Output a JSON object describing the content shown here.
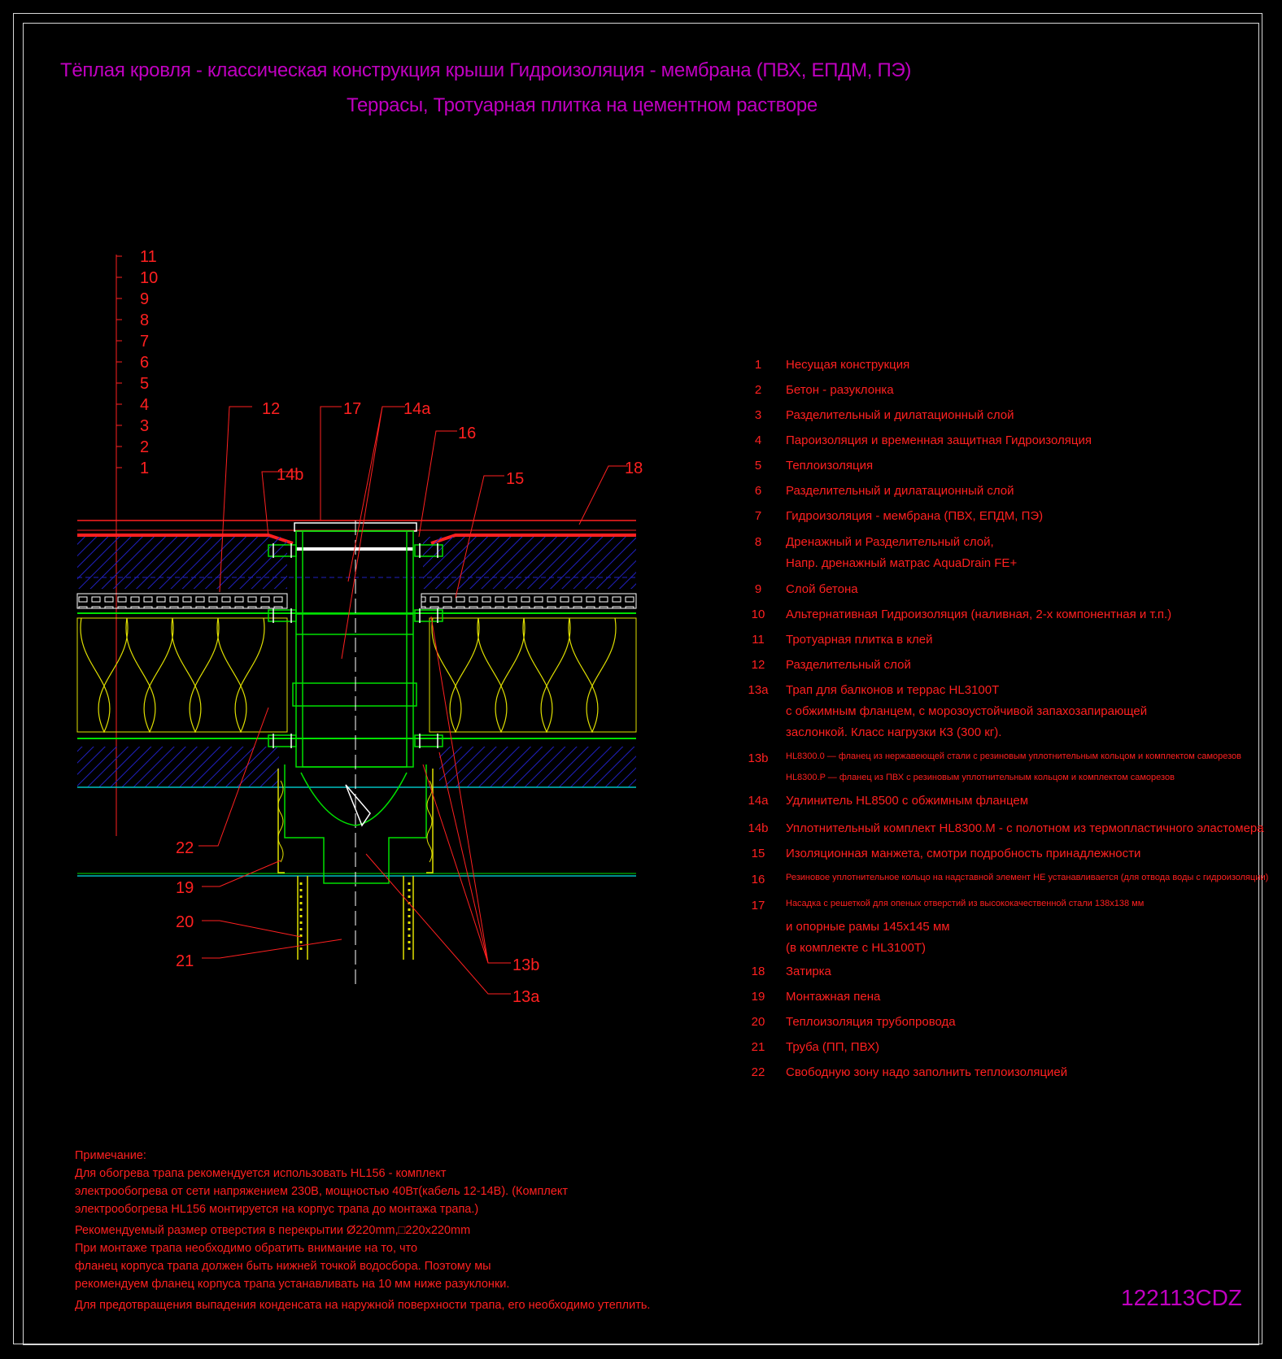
{
  "title_line1": "Тёплая кровля - классическая конструкция крыши Гидроизоляция - мембрана (ПВХ, ЕПДМ, ПЭ)",
  "title_line2": "Террасы, Тротуарная плитка на цементном растворе",
  "drawing_code": "122113CDZ",
  "layer_labels": [
    "11",
    "10",
    "9",
    "8",
    "7",
    "6",
    "5",
    "4",
    "3",
    "2",
    "1"
  ],
  "callouts": {
    "c12": "12",
    "c17": "17",
    "c14a": "14a",
    "c16": "16",
    "c14b": "14b",
    "c15": "15",
    "c18": "18",
    "c22": "22",
    "c19": "19",
    "c20": "20",
    "c21": "21",
    "c13b": "13b",
    "c13a": "13a"
  },
  "legend": [
    {
      "num": "1",
      "lines": [
        "Несущая конструкция"
      ]
    },
    {
      "num": "2",
      "lines": [
        "Бетон - разуклонка"
      ]
    },
    {
      "num": "3",
      "lines": [
        "Разделительный и дилатационный слой"
      ]
    },
    {
      "num": "4",
      "lines": [
        "Пароизоляция и временная защитная Гидроизоляция"
      ]
    },
    {
      "num": "5",
      "lines": [
        "Теплоизоляция"
      ]
    },
    {
      "num": "6",
      "lines": [
        "Разделительный и дилатационный слой"
      ]
    },
    {
      "num": "7",
      "lines": [
        "Гидроизоляция - мембрана (ПВХ, ЕПДМ, ПЭ)"
      ]
    },
    {
      "num": "8",
      "lines": [
        "Дренажный и Разделительный слой,",
        "Напр. дренажный матрас AquaDrain FE+"
      ]
    },
    {
      "num": "9",
      "lines": [
        "Слой бетона"
      ]
    },
    {
      "num": "10",
      "lines": [
        "Альтернативная Гидроизоляция (наливная, 2-х компонентная и т.п.)"
      ]
    },
    {
      "num": "11",
      "lines": [
        "Тротуарная плитка в клей"
      ]
    },
    {
      "num": "12",
      "lines": [
        "Разделительный слой"
      ]
    },
    {
      "num": "13a",
      "lines": [
        "Трап для балконов и террас HL3100T",
        "с обжимным фланцем, с морозоустойчивой запахозапирающей",
        "заслонкой. Класс нагрузки К3 (300 кг)."
      ]
    },
    {
      "num": "13b",
      "lines": [
        "HL8300.0 — фланец из нержавеющей стали с резиновым уплотнительным кольцом и комплектом саморезов",
        "HL8300.P — фланец из ПВХ с резиновым уплотнительным кольцом и комплектом саморезов"
      ]
    },
    {
      "num": "14a",
      "lines": [
        "Удлинитель HL8500 с обжимным фланцем"
      ]
    },
    {
      "num": "14b",
      "lines": [
        "Уплотнительный комплект HL8300.M - с полотном из термопластичного эластомера"
      ]
    },
    {
      "num": "15",
      "lines": [
        "Изоляционная  манжета, смотри подробность принадлежности"
      ]
    },
    {
      "num": "16",
      "lines": [
        "Резиновое уплотнительное кольцо на надставной элемент НЕ устанавливается (для отвода воды с гидроизоляции)"
      ]
    },
    {
      "num": "17",
      "lines": [
        "Насадка с решеткой для опеных отверстий из высококачественной стали 138x138 мм",
        "и опорные рамы 145x145 мм",
        "(в комплекте с HL3100T)"
      ]
    },
    {
      "num": "18",
      "lines": [
        "Затирка"
      ]
    },
    {
      "num": "19",
      "lines": [
        "Монтажная пена"
      ]
    },
    {
      "num": "20",
      "lines": [
        "Теплоизоляция трубопровода"
      ]
    },
    {
      "num": "21",
      "lines": [
        "Труба (ПП, ПВХ)"
      ]
    },
    {
      "num": "22",
      "lines": [
        "Свободную зону надо заполнить теплоизоляцией"
      ]
    }
  ],
  "note": {
    "heading": "Примечание:",
    "lines": [
      "Для обогрева трапа рекомендуется использовать HL156 - комплект",
      "электрообогрева от сети напряжением 230В, мощностью 40Вт(кабель 12-14В). (Комплект",
      "электрообогрева HL156 монтируется на корпус трапа до монтажа трапа.)",
      "Рекомендуемый размер отверстия в перекрытии Ø220mm,□220x220mm",
      "При монтаже трапа необходимо обратить внимание на то, что",
      "фланец корпуса трапа должен быть нижней точкой водосбора. Поэтому мы",
      "рекомендуем фланец корпуса трапа устанавливать на 10 мм ниже разуклонки.",
      "Для предотвращения выпадения конденсата на наружной поверхности трапа, его необходимо утеплить."
    ]
  },
  "colors": {
    "red": "#ff2020",
    "magenta": "#c000c0",
    "green": "#00e000",
    "blue": "#2020c0",
    "yellow": "#e0e000",
    "cyan": "#00c0c0"
  }
}
